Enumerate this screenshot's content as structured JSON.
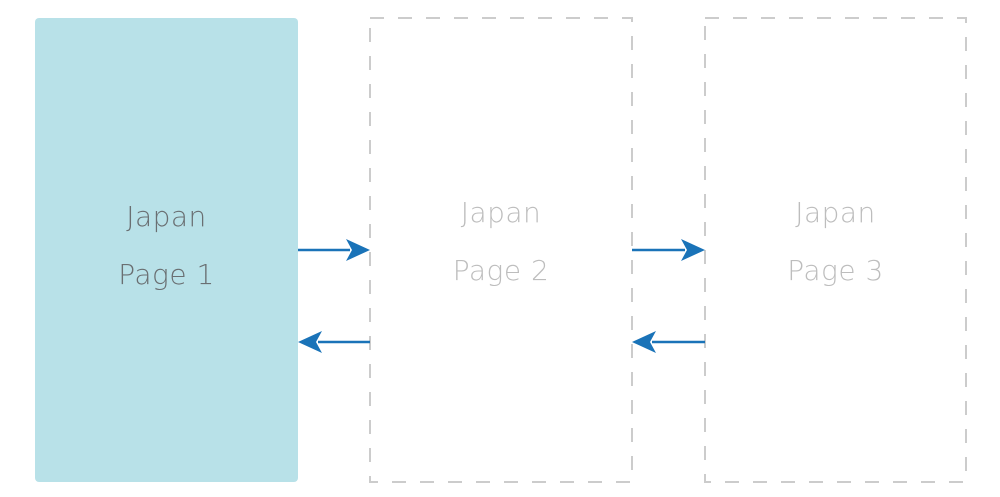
{
  "pages": [
    {
      "title": "Japan",
      "page_label": "Page 1",
      "state": "active"
    },
    {
      "title": "Japan",
      "page_label": "Page 2",
      "state": "inactive"
    },
    {
      "title": "Japan",
      "page_label": "Page 3",
      "state": "inactive"
    }
  ],
  "colors": {
    "active_page_fill": "#b8e1e8",
    "active_text": "#6a6f72",
    "inactive_text": "#bdbdbd",
    "dashed_border": "#cccccc",
    "arrow": "#1a73b8"
  },
  "arrows": [
    {
      "from": "Page 1",
      "to": "Page 2",
      "direction": "forward"
    },
    {
      "from": "Page 2",
      "to": "Page 1",
      "direction": "back"
    },
    {
      "from": "Page 2",
      "to": "Page 3",
      "direction": "forward"
    },
    {
      "from": "Page 3",
      "to": "Page 2",
      "direction": "back"
    }
  ]
}
